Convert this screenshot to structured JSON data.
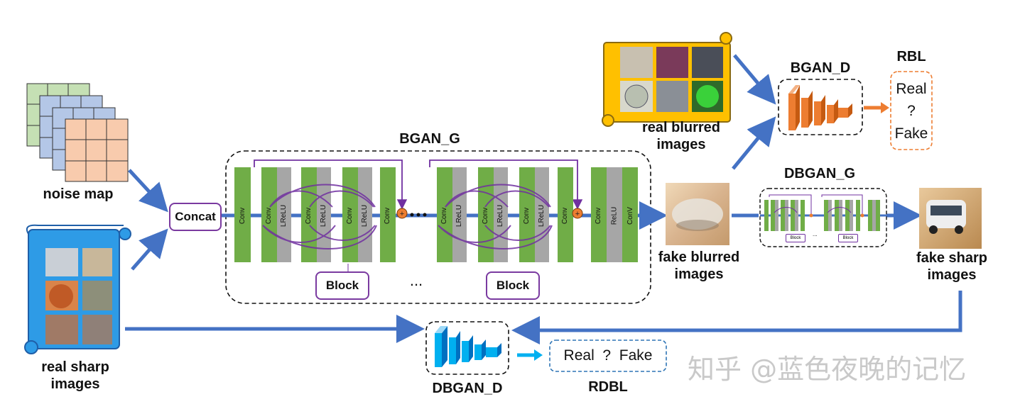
{
  "labels": {
    "noise_map": "noise map",
    "concat": "Concat",
    "real_sharp": "real sharp\nimages",
    "bgan_g": "BGAN_G",
    "block": "Block",
    "ellipsis": "...",
    "real_blurred": "real blurred\nimages",
    "bgan_d": "BGAN_D",
    "rbl": "RBL",
    "rbl_real": "Real",
    "rbl_q": "?",
    "rbl_fake": "Fake",
    "fake_blurred": "fake blurred\nimages",
    "dbgan_g": "DBGAN_G",
    "fake_sharp": "fake sharp\nimages",
    "dbgan_d": "DBGAN_D",
    "rdbl_text": "Real  ?  Fake",
    "rdbl": "RDBL",
    "watermark": "知乎 @蓝色夜晚的记忆"
  },
  "layers": {
    "conv": "Conv",
    "lrelu": "LReLU",
    "relu": "ReLU",
    "conv_last": "ConV"
  },
  "mini": {
    "block": "Block",
    "dots": "..."
  },
  "colors": {
    "conv_green": "#70ad47",
    "act_gray": "#a6a6a6",
    "arrow_blue": "#4472c4",
    "purple": "#7030a0",
    "orange": "#ed7d31",
    "cyan": "#00b0f0",
    "scroll_yellow": "#ffc000",
    "scroll_blue": "#2e9be6"
  }
}
